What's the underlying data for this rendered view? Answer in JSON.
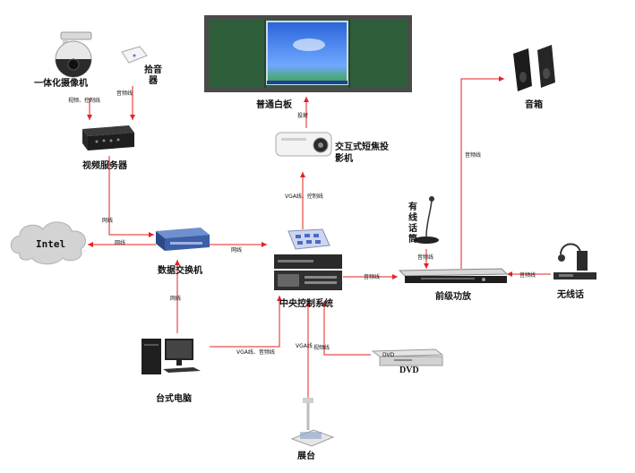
{
  "devices": {
    "ptz_camera": "一体化摄像机",
    "pickup_mic": "拾音器",
    "video_server": "视频服务器",
    "internet": "Intel",
    "network_switch": "数据交换机",
    "desktop_pc": "台式电脑",
    "whiteboard": "普通白板",
    "projector": "交互式短焦投影机",
    "central_control": "中央控制系统",
    "visualizer": "展台",
    "dvd": "DVD",
    "dvd_player_label": "DVD",
    "wired_mic": "有线话筒",
    "preamp": "前级功放",
    "speakers": "音箱",
    "wireless_mic": "无线话"
  },
  "links": {
    "camera_to_server": "视频、控制线",
    "pickup_to_server": "音频线",
    "server_to_switch": "网线",
    "switch_to_internet": "网线",
    "switch_to_control": "网线",
    "pc_to_switch": "网线",
    "pc_to_control": "VGA线、音频线",
    "control_to_projector": "VGA线、控制线",
    "projector_to_board": "投射",
    "visualizer_to_control": "VGA线",
    "dvd_to_control": "视频线",
    "control_to_preamp": "音频线",
    "wired_mic_to_preamp": "音频线",
    "preamp_to_speakers": "音频线",
    "wireless_to_preamp": "音频线"
  },
  "colors": {
    "connector": "#e32222",
    "board_green": "#2e5d3a",
    "frame_dark": "#3a3a3a"
  }
}
